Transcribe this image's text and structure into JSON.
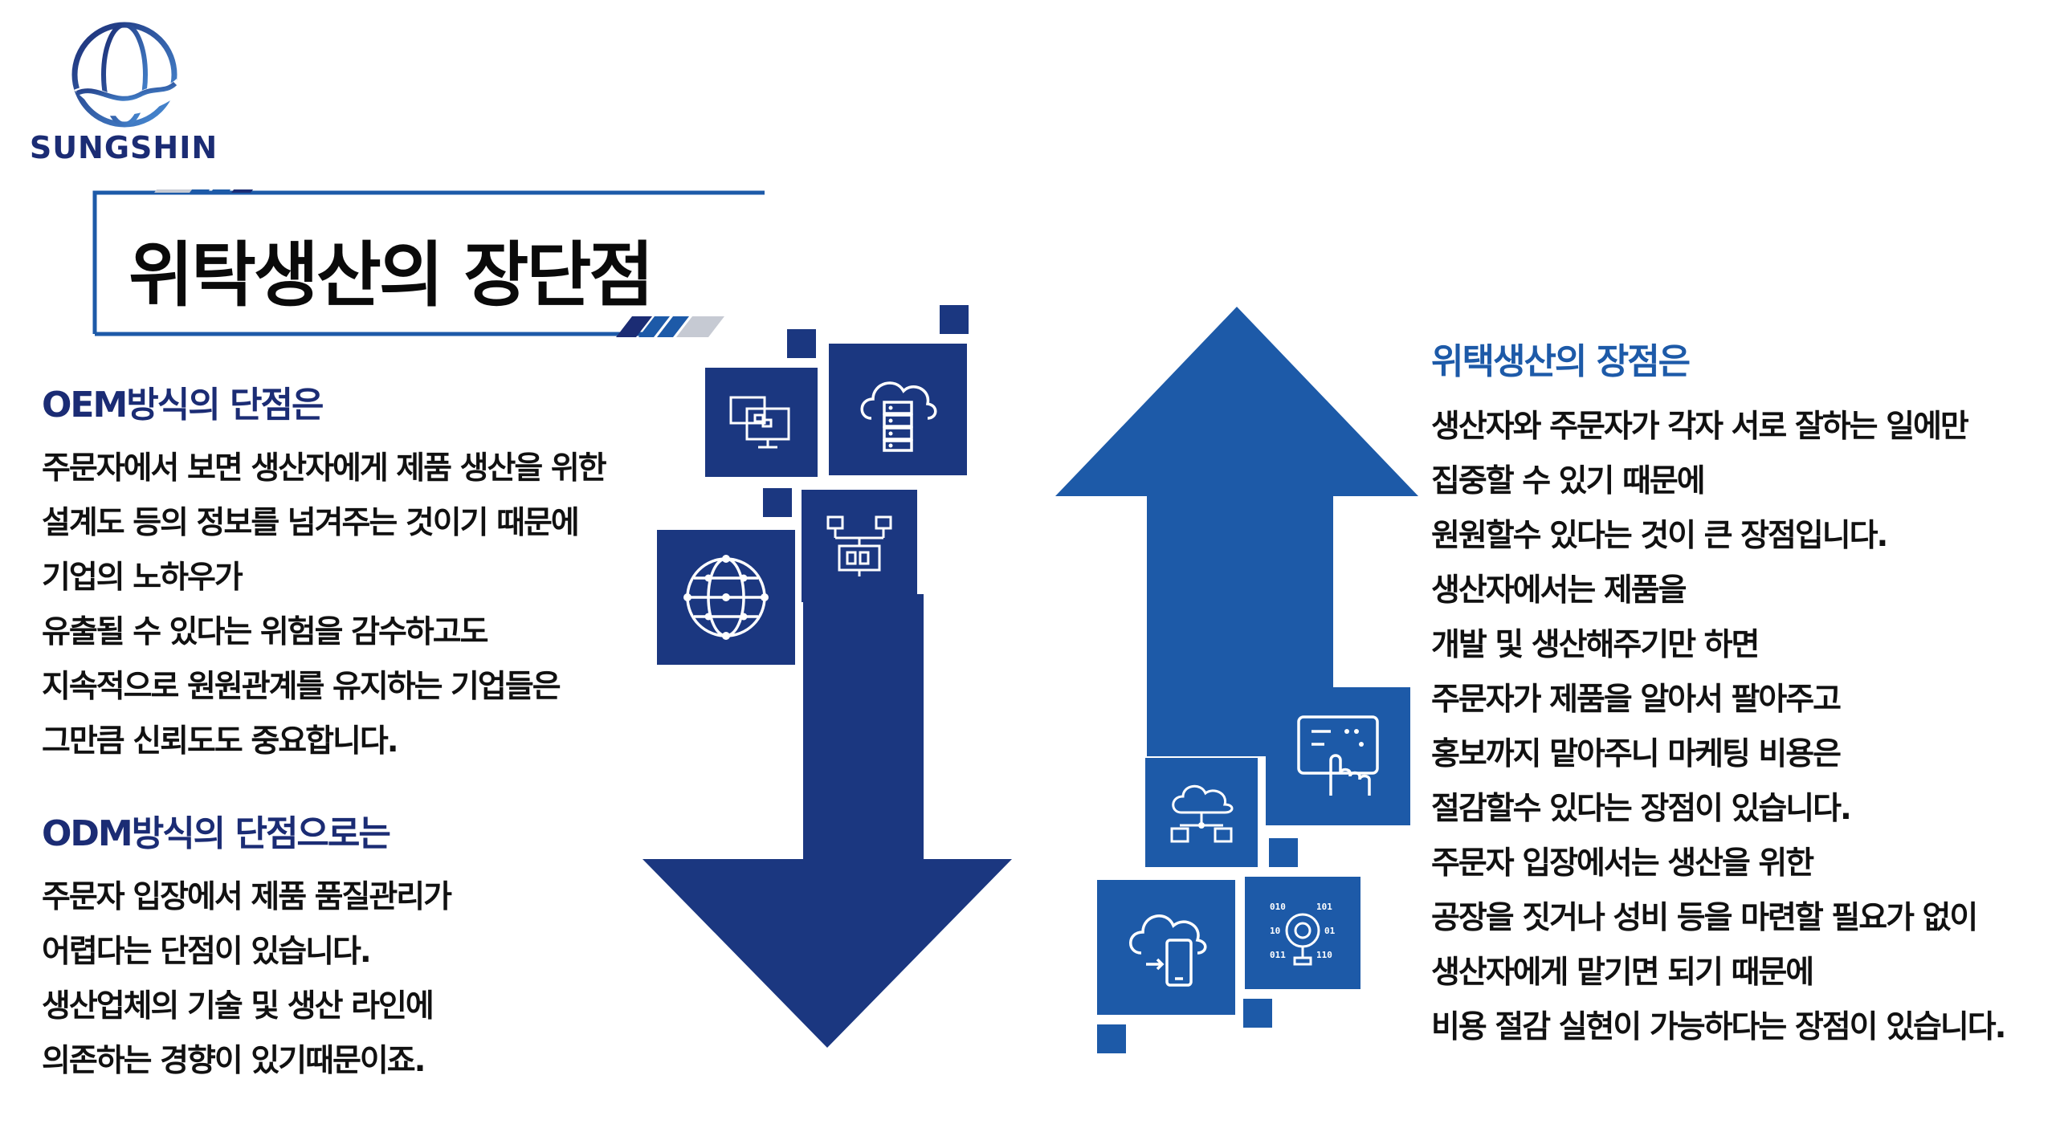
{
  "logo": {
    "brand": "SUNGSHIN",
    "icon": "globe-handshake-icon",
    "color": "#1b2c74"
  },
  "title": "위탁생산의 장단점",
  "colors": {
    "dark_blue": "#1b3780",
    "mid_blue": "#1d5aa8",
    "accent": "#1b2c74"
  },
  "oem": {
    "heading": "OEM방식의 단점은",
    "lines": [
      "주문자에서 보면 생산자에게 제품 생산을 위한",
      "설계도 등의 정보를 넘겨주는 것이기 때문에",
      "기업의 노하우가",
      "유출될 수 있다는 위험을 감수하고도",
      "지속적으로 원원관계를 유지하는 기업들은",
      "그만큼 신뢰도도 중요합니다."
    ]
  },
  "odm": {
    "heading": "ODM방식의 단점으로는",
    "lines": [
      "주문자 입장에서 제품 품질관리가",
      "어렵다는 단점이 있습니다.",
      "생산업체의 기술 및 생산 라인에",
      "의존하는 경향이 있기때문이죠."
    ]
  },
  "advantages": {
    "heading": "위택생산의 장점은",
    "lines": [
      "생산자와 주문자가 각자 서로 잘하는 일에만",
      "집중할 수 있기 때문에",
      "원원할수 있다는 것이 큰 장점입니다.",
      "생산자에서는 제품을",
      "개발 및 생산해주기만 하면",
      "주문자가 제품을 알아서 팔아주고",
      "홍보까지 맡아주니 마케팅 비용은",
      "절감할수 있다는 장점이 있습니다.",
      "주문자 입장에서는 생산을 위한",
      "공장을 짓거나 성비 등을 마련할 필요가 없이",
      "생산자에게 맡기면 되기 때문에",
      "비용 절감 실현이 가능하다는 장점이 있습니다."
    ]
  },
  "icons": {
    "down_tiles": [
      "monitors-icon",
      "cloud-server-icon",
      "network-diagram-icon",
      "globe-network-icon"
    ],
    "up_tiles": [
      "touch-screen-icon",
      "cloud-data-icon",
      "cloud-mobile-icon",
      "binary-eye-icon"
    ]
  }
}
